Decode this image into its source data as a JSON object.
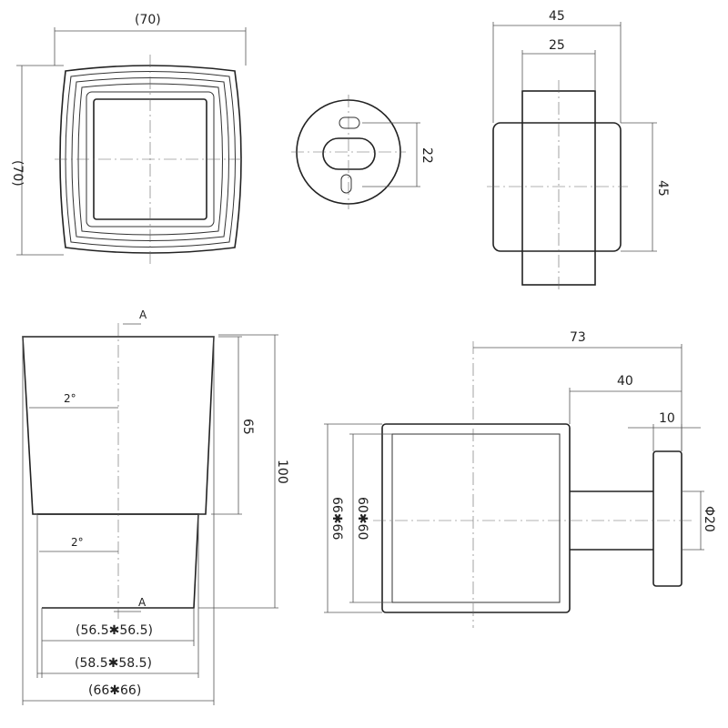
{
  "top_left": {
    "width_label": "(70)",
    "height_label": "(70)"
  },
  "top_middle": {
    "hole_spacing_label": "22"
  },
  "top_right": {
    "outer_width_label": "45",
    "inner_width_label": "25",
    "height_label": "45"
  },
  "bottom_left": {
    "section_marker_top": "A",
    "section_marker_bottom": "A",
    "upper_taper_label": "2°",
    "lower_taper_label": "2°",
    "upper_height_label": "65",
    "total_height_label": "100",
    "dim_inner_label": "(56.5✱56.5)",
    "dim_middle_label": "(58.5✱58.5)",
    "dim_outer_label": "(66✱66)"
  },
  "bottom_right": {
    "projection_label": "73",
    "arm_label": "40",
    "flange_label": "10",
    "outer_square_label": "66✱66",
    "inner_square_label": "60✱60",
    "diameter_label": "Φ20"
  }
}
